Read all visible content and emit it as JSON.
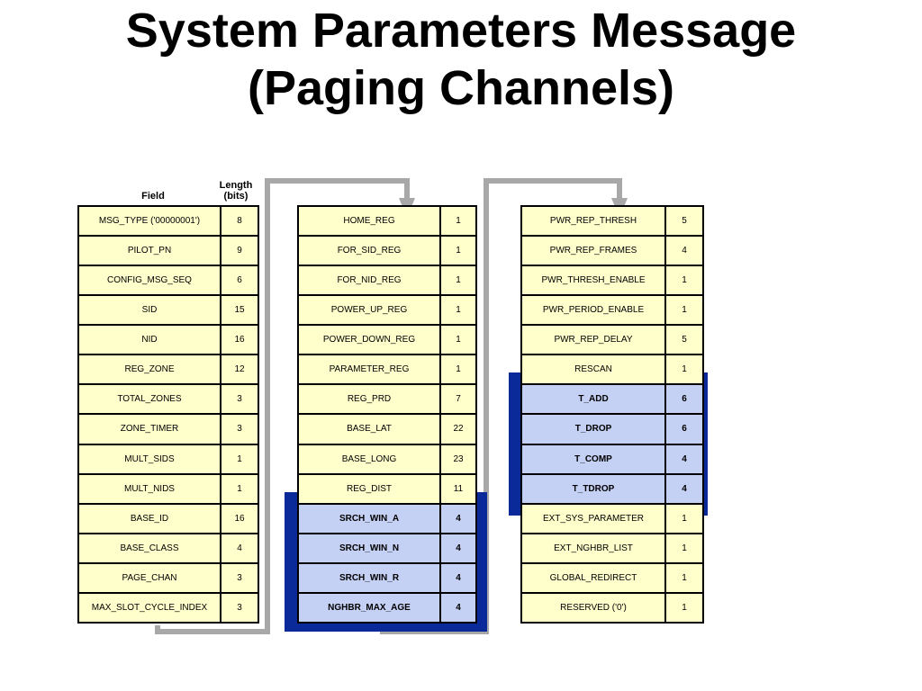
{
  "slide": {
    "title_line1": "System Parameters Message",
    "title_line2": "(Paging Channels)"
  },
  "headers": {
    "field": "Field",
    "length_line1": "Length",
    "length_line2": "(bits)"
  },
  "colors": {
    "cell_fill": "#ffffcc",
    "highlight_fill": "#c4d0f4",
    "highlight_border": "#0a2a9a",
    "arrow_gray": "#a8a8a8"
  },
  "columns": [
    {
      "rows": [
        {
          "field": "MSG_TYPE ('00000001')",
          "length": "8"
        },
        {
          "field": "PILOT_PN",
          "length": "9"
        },
        {
          "field": "CONFIG_MSG_SEQ",
          "length": "6"
        },
        {
          "field": "SID",
          "length": "15"
        },
        {
          "field": "NID",
          "length": "16"
        },
        {
          "field": "REG_ZONE",
          "length": "12"
        },
        {
          "field": "TOTAL_ZONES",
          "length": "3"
        },
        {
          "field": "ZONE_TIMER",
          "length": "3"
        },
        {
          "field": "MULT_SIDS",
          "length": "1"
        },
        {
          "field": "MULT_NIDS",
          "length": "1"
        },
        {
          "field": "BASE_ID",
          "length": "16"
        },
        {
          "field": "BASE_CLASS",
          "length": "4"
        },
        {
          "field": "PAGE_CHAN",
          "length": "3"
        },
        {
          "field": "MAX_SLOT_CYCLE_INDEX",
          "length": "3"
        }
      ]
    },
    {
      "rows": [
        {
          "field": "HOME_REG",
          "length": "1"
        },
        {
          "field": "FOR_SID_REG",
          "length": "1"
        },
        {
          "field": "FOR_NID_REG",
          "length": "1"
        },
        {
          "field": "POWER_UP_REG",
          "length": "1"
        },
        {
          "field": "POWER_DOWN_REG",
          "length": "1"
        },
        {
          "field": "PARAMETER_REG",
          "length": "1"
        },
        {
          "field": "REG_PRD",
          "length": "7"
        },
        {
          "field": "BASE_LAT",
          "length": "22"
        },
        {
          "field": "BASE_LONG",
          "length": "23"
        },
        {
          "field": "REG_DIST",
          "length": "11"
        },
        {
          "field": "SRCH_WIN_A",
          "length": "4"
        },
        {
          "field": "SRCH_WIN_N",
          "length": "4"
        },
        {
          "field": "SRCH_WIN_R",
          "length": "4"
        },
        {
          "field": "NGHBR_MAX_AGE",
          "length": "4"
        }
      ]
    },
    {
      "rows": [
        {
          "field": "PWR_REP_THRESH",
          "length": "5"
        },
        {
          "field": "PWR_REP_FRAMES",
          "length": "4"
        },
        {
          "field": "PWR_THRESH_ENABLE",
          "length": "1"
        },
        {
          "field": "PWR_PERIOD_ENABLE",
          "length": "1"
        },
        {
          "field": "PWR_REP_DELAY",
          "length": "5"
        },
        {
          "field": "RESCAN",
          "length": "1"
        },
        {
          "field": "T_ADD",
          "length": "6"
        },
        {
          "field": "T_DROP",
          "length": "6"
        },
        {
          "field": "T_COMP",
          "length": "4"
        },
        {
          "field": "T_TDROP",
          "length": "4"
        },
        {
          "field": "EXT_SYS_PARAMETER",
          "length": "1"
        },
        {
          "field": "EXT_NGHBR_LIST",
          "length": "1"
        },
        {
          "field": "GLOBAL_REDIRECT",
          "length": "1"
        },
        {
          "field": "RESERVED ('0')",
          "length": "1"
        }
      ]
    }
  ]
}
